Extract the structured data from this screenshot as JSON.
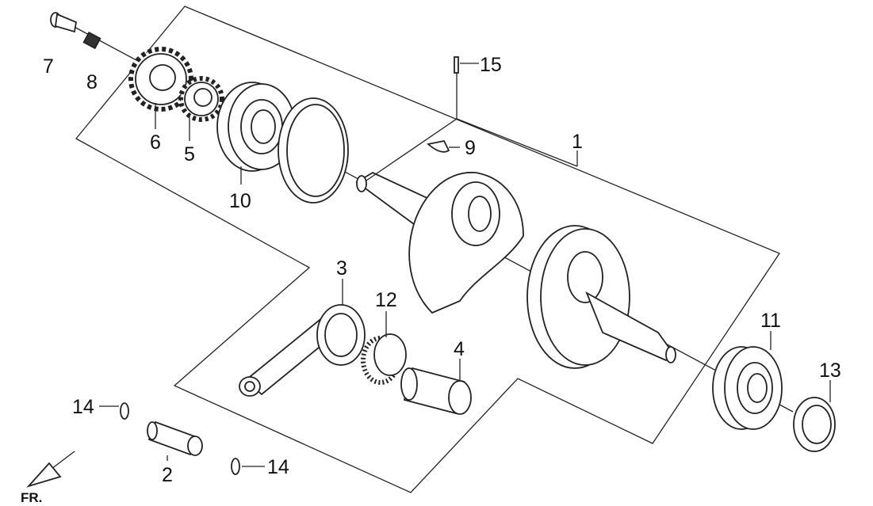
{
  "diagram": {
    "labels": {
      "p1": "1",
      "p2": "2",
      "p3": "3",
      "p4": "4",
      "p5": "5",
      "p6": "6",
      "p7": "7",
      "p8": "8",
      "p9": "9",
      "p10": "10",
      "p11": "11",
      "p12": "12",
      "p13": "13",
      "p14a": "14",
      "p14b": "14",
      "p15": "15"
    },
    "front_marker": "FR."
  }
}
